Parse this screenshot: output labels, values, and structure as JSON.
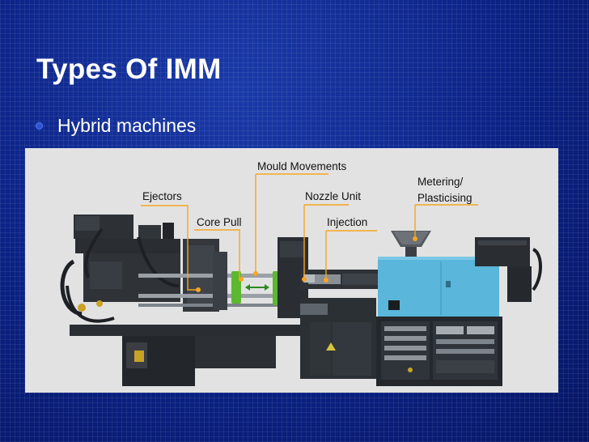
{
  "slide": {
    "title": "Types Of IMM",
    "bullet": "Hybrid machines"
  },
  "figure": {
    "labels": {
      "mould_movements": "Mould Movements",
      "metering_line1": "Metering/",
      "metering_line2": "Plasticising",
      "ejectors": "Ejectors",
      "nozzle_unit": "Nozzle Unit",
      "core_pull": "Core Pull",
      "injection": "Injection"
    }
  },
  "colors": {
    "background": "#0b2285",
    "title": "#ffffff",
    "bullet": "#2f55d4",
    "callout": "#f5a623",
    "hopper_unit": "#5ab6da",
    "green_parts": "#5cb82e"
  }
}
